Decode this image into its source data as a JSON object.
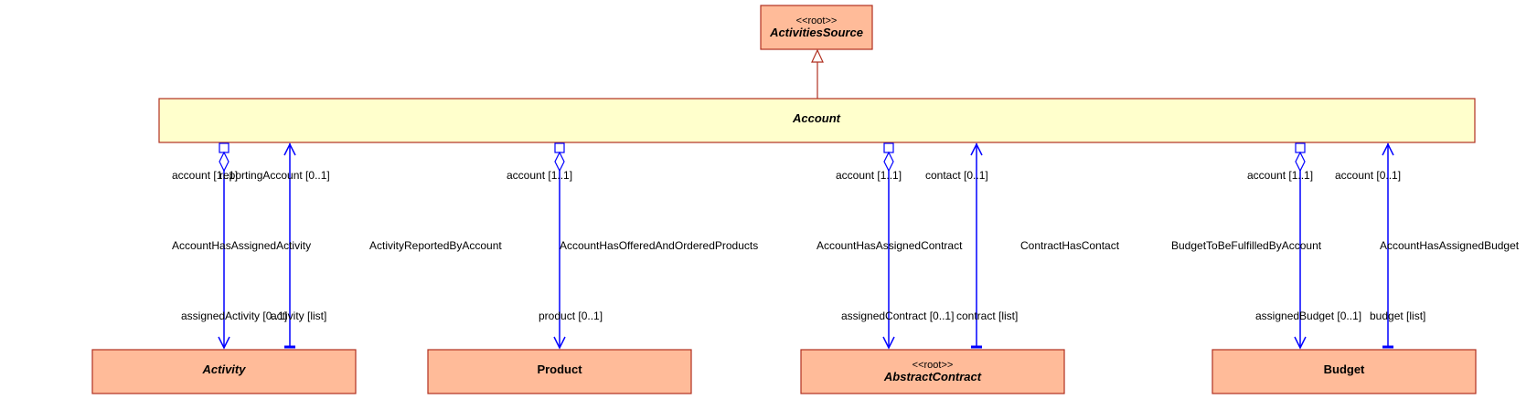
{
  "classes": {
    "activities_source": {
      "stereotype": "<<root>>",
      "name": "ActivitiesSource"
    },
    "account": {
      "name": "Account"
    },
    "activity": {
      "name": "Activity"
    },
    "product": {
      "name": "Product"
    },
    "abstract_contract": {
      "stereotype": "<<root>>",
      "name": "AbstractContract"
    },
    "budget": {
      "name": "Budget"
    }
  },
  "associations": {
    "account_has_assigned_activity": {
      "name": "AccountHasAssignedActivity",
      "top_role": "account [1..1]",
      "bottom_role": "assignedActivity [0..1]"
    },
    "activity_reported_by_account": {
      "name": "ActivityReportedByAccount",
      "top_role": "reportingAccount [0..1]",
      "bottom_role": "activity [list]"
    },
    "account_has_offered_and_ordered_products": {
      "name": "AccountHasOfferedAndOrderedProducts",
      "top_role": "account [1..1]",
      "bottom_role": "product [0..1]"
    },
    "account_has_assigned_contract": {
      "name": "AccountHasAssignedContract",
      "top_role": "account [1..1]",
      "bottom_role": "assignedContract [0..1]"
    },
    "contract_has_contact": {
      "name": "ContractHasContact",
      "top_role": "contact [0..1]",
      "bottom_role": "contract [list]"
    },
    "budget_to_be_fulfilled_by_account": {
      "name": "BudgetToBeFulfilledByAccount",
      "top_role": "account [1..1]",
      "bottom_role": "assignedBudget [0..1]"
    },
    "account_has_assigned_budget": {
      "name": "AccountHasAssignedBudget",
      "top_role": "account [0..1]",
      "bottom_role": "budget [list]"
    }
  },
  "colors": {
    "class_fill": "#ffbb99",
    "root_class_fill": "#ffffcc",
    "class_border": "#b03020",
    "association": "#0000ff"
  }
}
